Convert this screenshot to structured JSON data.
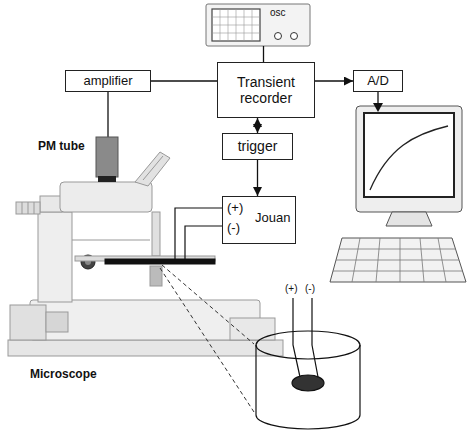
{
  "diagram": {
    "nodes": [
      {
        "text": [
          "osc"
        ]
      },
      {
        "text": [
          "amplifier"
        ]
      },
      {
        "text": [
          "Transient recorder"
        ]
      },
      {
        "text": [
          "A/D"
        ]
      },
      {
        "text": [
          "trigger"
        ]
      },
      {
        "text": [
          "(+)",
          "(-)",
          "Jouan"
        ]
      }
    ],
    "edges": [
      {
        "from": 0,
        "to": 2,
        "arrow": "none"
      },
      {
        "from": 1,
        "to": 2,
        "arrow": "none"
      },
      {
        "from": 2,
        "to": 3,
        "arrow": "to"
      },
      {
        "from": 4,
        "to": 2,
        "arrow": "both"
      },
      {
        "from": 4,
        "to": 5,
        "arrow": "to"
      }
    ],
    "labels": [
      "PM tube",
      "Microscope",
      "(+)",
      "(-)"
    ]
  }
}
